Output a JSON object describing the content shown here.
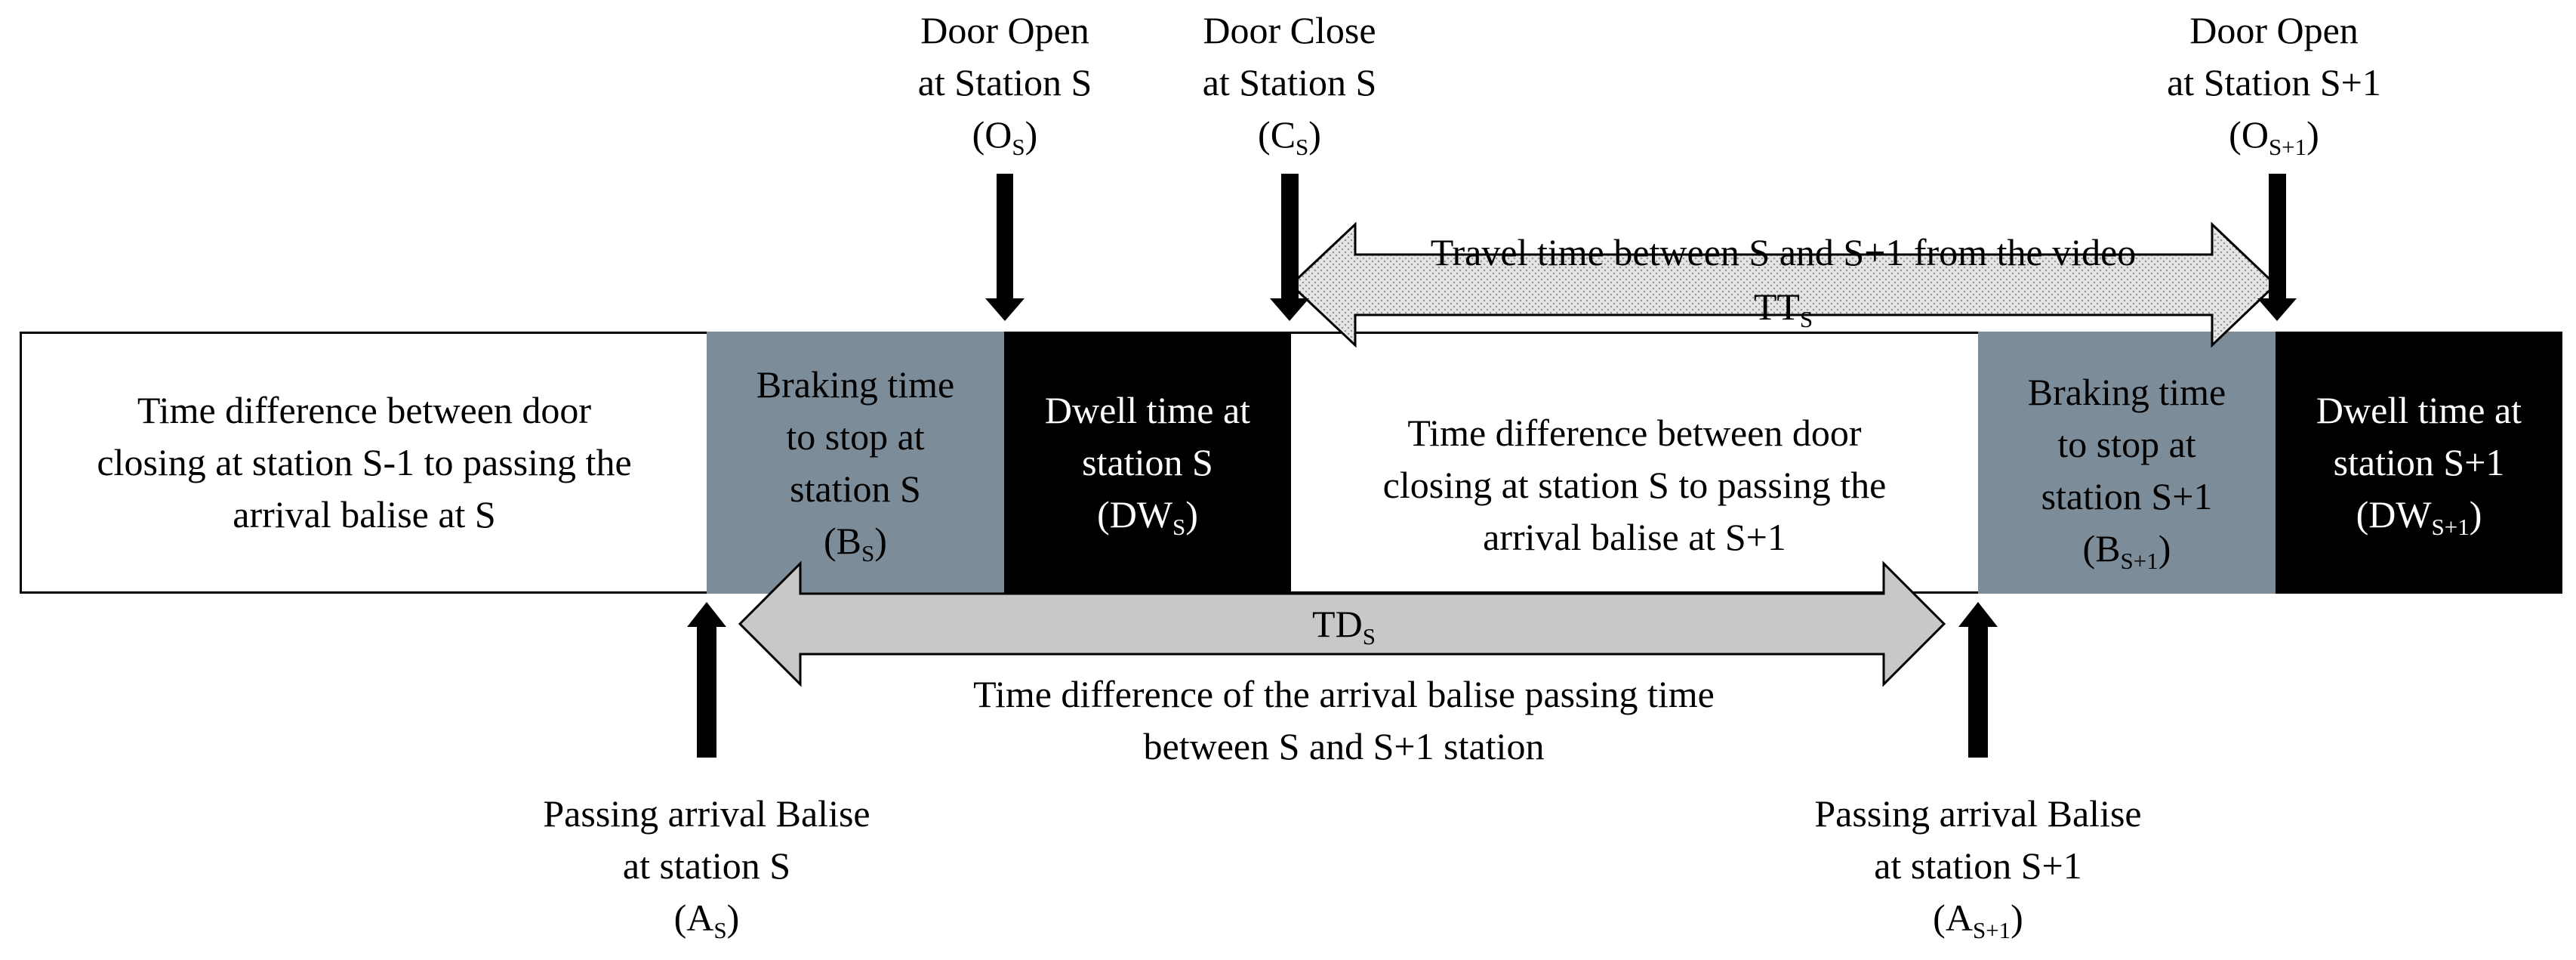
{
  "colors": {
    "braking": "#7d8c99",
    "dwell": "#000000",
    "travel_arrow_fill": "#dcdcdc",
    "td_arrow_fill": "#c8c8c8"
  },
  "top_events": [
    {
      "id": "door-open-s",
      "lines": [
        "Door Open",
        "at Station S"
      ],
      "sym": "(O",
      "sub": "S",
      "close": ")"
    },
    {
      "id": "door-close-s",
      "lines": [
        "Door Close",
        "at Station S"
      ],
      "sym": "(C",
      "sub": "S",
      "close": ")"
    },
    {
      "id": "door-open-s1",
      "lines": [
        "Door Open",
        "at Station S+1"
      ],
      "sym": "(O",
      "sub": "S+1",
      "close": ")"
    }
  ],
  "bottom_events": [
    {
      "id": "arrival-balise-s",
      "lines": [
        "Passing arrival Balise",
        "at station S"
      ],
      "sym": "(A",
      "sub": "S",
      "close": ")"
    },
    {
      "id": "arrival-balise-s1",
      "lines": [
        "Passing arrival Balise",
        "at station S+1"
      ],
      "sym": "(A",
      "sub": "S+1",
      "close": ")"
    }
  ],
  "segments": [
    {
      "id": "gap-prev",
      "style": "white",
      "lines": [
        "Time difference between door",
        "closing at station S-1 to passing the",
        "arrival balise at S"
      ]
    },
    {
      "id": "braking-s",
      "style": "gray",
      "lines": [
        "Braking time",
        "to stop at",
        "station S"
      ],
      "sym": "(B",
      "sub": "S",
      "close": ")"
    },
    {
      "id": "dwell-s",
      "style": "black",
      "lines": [
        "Dwell time at",
        "station S"
      ],
      "sym": "(DW",
      "sub": "S",
      "close": ")"
    },
    {
      "id": "gap-next",
      "style": "white",
      "lines": [
        "Time difference between door",
        "closing at station S to passing the",
        "arrival balise at S+1"
      ]
    },
    {
      "id": "braking-s1",
      "style": "gray",
      "lines": [
        "Braking time",
        "to stop at",
        "station S+1"
      ],
      "sym": "(B",
      "sub": "S+1",
      "close": ")"
    },
    {
      "id": "dwell-s1",
      "style": "black",
      "lines": [
        "Dwell time at",
        "station S+1"
      ],
      "sym": "(DW",
      "sub": "S+1",
      "close": ")"
    }
  ],
  "travel_time": {
    "text": "Travel time between S and S+1 from the video",
    "sym": "TT",
    "sub": "S"
  },
  "balise_diff": {
    "sym": "TD",
    "sub": "S",
    "lines": [
      "Time difference of the arrival balise passing time",
      "between S and S+1 station"
    ]
  }
}
